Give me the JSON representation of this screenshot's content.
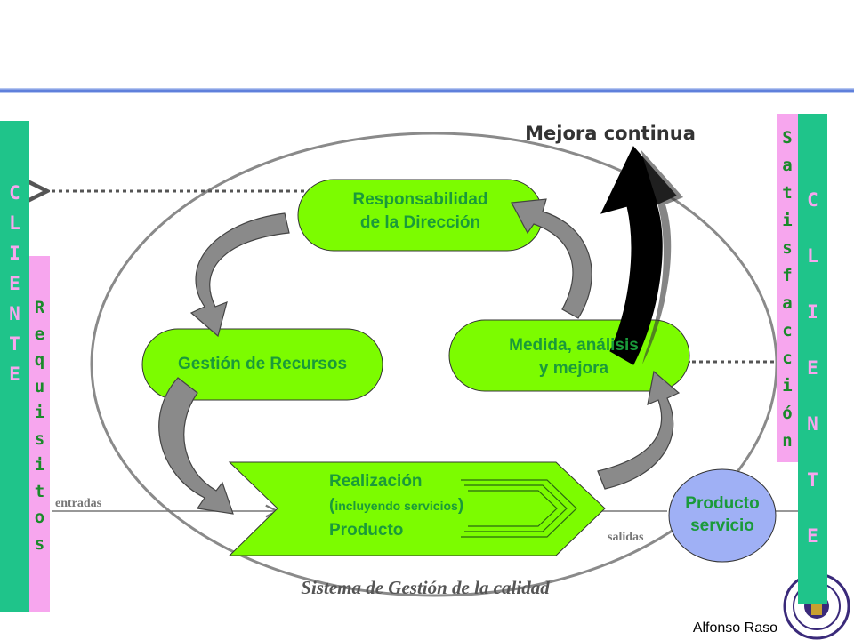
{
  "title": "Mejora continua",
  "system_label": "Sistema de Gestión de la calidad",
  "processes": {
    "responsabilidad": {
      "line1": "Responsabilidad",
      "line2": "de la Dirección"
    },
    "recursos": {
      "line1": "Gestión de Recursos"
    },
    "medida": {
      "line1": "Medida, análisis",
      "line2": "y mejora"
    },
    "realizacion": {
      "line1": "Realización",
      "line2_prefix": "(",
      "line2": "incluyendo servicios",
      "line2_suffix": ")",
      "line3": "Producto"
    }
  },
  "product": {
    "line1": "Producto",
    "line2": "servicio"
  },
  "flows": {
    "inputs": "entradas",
    "outputs": "salidas"
  },
  "left_client": {
    "letters": [
      "C",
      "L",
      "I",
      "E",
      "N",
      "T",
      "E"
    ]
  },
  "left_requirements": {
    "letters": [
      "R",
      "e",
      "q",
      "u",
      "i",
      "s",
      "i",
      "t",
      "o",
      "s"
    ]
  },
  "right_satisfaction": {
    "letters": [
      "S",
      "a",
      "t",
      "i",
      "s",
      "f",
      "a",
      "c",
      "c",
      "i",
      "ó",
      "n"
    ]
  },
  "right_client": {
    "letters": [
      "C",
      "L",
      "I",
      "E",
      "N",
      "T",
      "E"
    ]
  },
  "author": "Alfonso Raso",
  "colors": {
    "process_fill": "#7cfc00",
    "text_green": "#1a9a3a",
    "client_bar": "#1fc48a",
    "req_bar": "#f7a6ee",
    "product_fill": "#9fb0f5",
    "header_line": "#4a6fd6",
    "ellipse": "#8a8a8a"
  }
}
